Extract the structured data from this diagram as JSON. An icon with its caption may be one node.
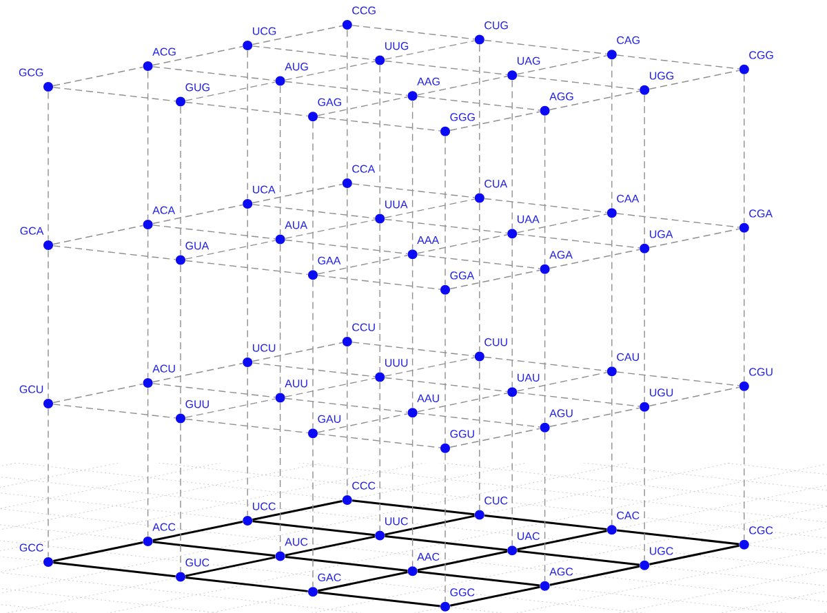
{
  "diagram": {
    "nodes": [
      {
        "text": [
          "GCG"
        ]
      },
      {
        "text": [
          "GUG"
        ]
      },
      {
        "text": [
          "GAG"
        ]
      },
      {
        "text": [
          "GGG"
        ]
      },
      {
        "text": [
          "ACG"
        ]
      },
      {
        "text": [
          "AUG"
        ]
      },
      {
        "text": [
          "AAG"
        ]
      },
      {
        "text": [
          "AGG"
        ]
      },
      {
        "text": [
          "UCG"
        ]
      },
      {
        "text": [
          "UUG"
        ]
      },
      {
        "text": [
          "UAG"
        ]
      },
      {
        "text": [
          "UGG"
        ]
      },
      {
        "text": [
          "CCG"
        ]
      },
      {
        "text": [
          "CUG"
        ]
      },
      {
        "text": [
          "CAG"
        ]
      },
      {
        "text": [
          "CGG"
        ]
      },
      {
        "text": [
          "GCA"
        ]
      },
      {
        "text": [
          "GUA"
        ]
      },
      {
        "text": [
          "GAA"
        ]
      },
      {
        "text": [
          "GGA"
        ]
      },
      {
        "text": [
          "ACA"
        ]
      },
      {
        "text": [
          "AUA"
        ]
      },
      {
        "text": [
          "AAA"
        ]
      },
      {
        "text": [
          "AGA"
        ]
      },
      {
        "text": [
          "UCA"
        ]
      },
      {
        "text": [
          "UUA"
        ]
      },
      {
        "text": [
          "UAA"
        ]
      },
      {
        "text": [
          "UGA"
        ]
      },
      {
        "text": [
          "CCA"
        ]
      },
      {
        "text": [
          "CUA"
        ]
      },
      {
        "text": [
          "CAA"
        ]
      },
      {
        "text": [
          "CGA"
        ]
      },
      {
        "text": [
          "GCU"
        ]
      },
      {
        "text": [
          "GUU"
        ]
      },
      {
        "text": [
          "GAU"
        ]
      },
      {
        "text": [
          "GGU"
        ]
      },
      {
        "text": [
          "ACU"
        ]
      },
      {
        "text": [
          "AUU"
        ]
      },
      {
        "text": [
          "AAU"
        ]
      },
      {
        "text": [
          "AGU"
        ]
      },
      {
        "text": [
          "UCU"
        ]
      },
      {
        "text": [
          "UUU"
        ]
      },
      {
        "text": [
          "UAU"
        ]
      },
      {
        "text": [
          "UGU"
        ]
      },
      {
        "text": [
          "CCU"
        ]
      },
      {
        "text": [
          "CUU"
        ]
      },
      {
        "text": [
          "CAU"
        ]
      },
      {
        "text": [
          "CGU"
        ]
      },
      {
        "text": [
          "GCC"
        ]
      },
      {
        "text": [
          "GUC"
        ]
      },
      {
        "text": [
          "GAC"
        ]
      },
      {
        "text": [
          "GGC"
        ]
      },
      {
        "text": [
          "ACC"
        ]
      },
      {
        "text": [
          "AUC"
        ]
      },
      {
        "text": [
          "AAC"
        ]
      },
      {
        "text": [
          "AGC"
        ]
      },
      {
        "text": [
          "UCC"
        ]
      },
      {
        "text": [
          "UUC"
        ]
      },
      {
        "text": [
          "UAC"
        ]
      },
      {
        "text": [
          "UGC"
        ]
      },
      {
        "text": [
          "CCC"
        ]
      },
      {
        "text": [
          "CUC"
        ]
      },
      {
        "text": [
          "CAC"
        ]
      },
      {
        "text": [
          "CGC"
        ]
      }
    ],
    "edges": [
      {
        "from": 0,
        "to": 1,
        "arrow": "none",
        "style": "dashed"
      },
      {
        "from": 1,
        "to": 2,
        "arrow": "none",
        "style": "dashed"
      },
      {
        "from": 2,
        "to": 3,
        "arrow": "none",
        "style": "dashed"
      },
      {
        "from": 4,
        "to": 5,
        "arrow": "none",
        "style": "dashed"
      },
      {
        "from": 5,
        "to": 6,
        "arrow": "none",
        "style": "dashed"
      },
      {
        "from": 6,
        "to": 7,
        "arrow": "none",
        "style": "dashed"
      },
      {
        "from": 8,
        "to": 9,
        "arrow": "none",
        "style": "dashed"
      },
      {
        "from": 9,
        "to": 10,
        "arrow": "none",
        "style": "dashed"
      },
      {
        "from": 10,
        "to": 11,
        "arrow": "none",
        "style": "dashed"
      },
      {
        "from": 12,
        "to": 13,
        "arrow": "none",
        "style": "dashed"
      },
      {
        "from": 13,
        "to": 14,
        "arrow": "none",
        "style": "dashed"
      },
      {
        "from": 14,
        "to": 15,
        "arrow": "none",
        "style": "dashed"
      },
      {
        "from": 0,
        "to": 4,
        "arrow": "none",
        "style": "dashed"
      },
      {
        "from": 1,
        "to": 5,
        "arrow": "none",
        "style": "dashed"
      },
      {
        "from": 2,
        "to": 6,
        "arrow": "none",
        "style": "dashed"
      },
      {
        "from": 3,
        "to": 7,
        "arrow": "none",
        "style": "dashed"
      },
      {
        "from": 4,
        "to": 8,
        "arrow": "none",
        "style": "dashed"
      },
      {
        "from": 5,
        "to": 9,
        "arrow": "none",
        "style": "dashed"
      },
      {
        "from": 6,
        "to": 10,
        "arrow": "none",
        "style": "dashed"
      },
      {
        "from": 7,
        "to": 11,
        "arrow": "none",
        "style": "dashed"
      },
      {
        "from": 8,
        "to": 12,
        "arrow": "none",
        "style": "dashed"
      },
      {
        "from": 9,
        "to": 13,
        "arrow": "none",
        "style": "dashed"
      },
      {
        "from": 10,
        "to": 14,
        "arrow": "none",
        "style": "dashed"
      },
      {
        "from": 11,
        "to": 15,
        "arrow": "none",
        "style": "dashed"
      },
      {
        "from": 16,
        "to": 17,
        "arrow": "none",
        "style": "dashed"
      },
      {
        "from": 17,
        "to": 18,
        "arrow": "none",
        "style": "dashed"
      },
      {
        "from": 18,
        "to": 19,
        "arrow": "none",
        "style": "dashed"
      },
      {
        "from": 20,
        "to": 21,
        "arrow": "none",
        "style": "dashed"
      },
      {
        "from": 21,
        "to": 22,
        "arrow": "none",
        "style": "dashed"
      },
      {
        "from": 22,
        "to": 23,
        "arrow": "none",
        "style": "dashed"
      },
      {
        "from": 24,
        "to": 25,
        "arrow": "none",
        "style": "dashed"
      },
      {
        "from": 25,
        "to": 26,
        "arrow": "none",
        "style": "dashed"
      },
      {
        "from": 26,
        "to": 27,
        "arrow": "none",
        "style": "dashed"
      },
      {
        "from": 28,
        "to": 29,
        "arrow": "none",
        "style": "dashed"
      },
      {
        "from": 29,
        "to": 30,
        "arrow": "none",
        "style": "dashed"
      },
      {
        "from": 30,
        "to": 31,
        "arrow": "none",
        "style": "dashed"
      },
      {
        "from": 16,
        "to": 20,
        "arrow": "none",
        "style": "dashed"
      },
      {
        "from": 17,
        "to": 21,
        "arrow": "none",
        "style": "dashed"
      },
      {
        "from": 18,
        "to": 22,
        "arrow": "none",
        "style": "dashed"
      },
      {
        "from": 19,
        "to": 23,
        "arrow": "none",
        "style": "dashed"
      },
      {
        "from": 20,
        "to": 24,
        "arrow": "none",
        "style": "dashed"
      },
      {
        "from": 21,
        "to": 25,
        "arrow": "none",
        "style": "dashed"
      },
      {
        "from": 22,
        "to": 26,
        "arrow": "none",
        "style": "dashed"
      },
      {
        "from": 23,
        "to": 27,
        "arrow": "none",
        "style": "dashed"
      },
      {
        "from": 24,
        "to": 28,
        "arrow": "none",
        "style": "dashed"
      },
      {
        "from": 25,
        "to": 29,
        "arrow": "none",
        "style": "dashed"
      },
      {
        "from": 26,
        "to": 30,
        "arrow": "none",
        "style": "dashed"
      },
      {
        "from": 27,
        "to": 31,
        "arrow": "none",
        "style": "dashed"
      },
      {
        "from": 32,
        "to": 33,
        "arrow": "none",
        "style": "dashed"
      },
      {
        "from": 33,
        "to": 34,
        "arrow": "none",
        "style": "dashed"
      },
      {
        "from": 34,
        "to": 35,
        "arrow": "none",
        "style": "dashed"
      },
      {
        "from": 36,
        "to": 37,
        "arrow": "none",
        "style": "dashed"
      },
      {
        "from": 37,
        "to": 38,
        "arrow": "none",
        "style": "dashed"
      },
      {
        "from": 38,
        "to": 39,
        "arrow": "none",
        "style": "dashed"
      },
      {
        "from": 40,
        "to": 41,
        "arrow": "none",
        "style": "dashed"
      },
      {
        "from": 41,
        "to": 42,
        "arrow": "none",
        "style": "dashed"
      },
      {
        "from": 42,
        "to": 43,
        "arrow": "none",
        "style": "dashed"
      },
      {
        "from": 44,
        "to": 45,
        "arrow": "none",
        "style": "dashed"
      },
      {
        "from": 45,
        "to": 46,
        "arrow": "none",
        "style": "dashed"
      },
      {
        "from": 46,
        "to": 47,
        "arrow": "none",
        "style": "dashed"
      },
      {
        "from": 32,
        "to": 36,
        "arrow": "none",
        "style": "dashed"
      },
      {
        "from": 33,
        "to": 37,
        "arrow": "none",
        "style": "dashed"
      },
      {
        "from": 34,
        "to": 38,
        "arrow": "none",
        "style": "dashed"
      },
      {
        "from": 35,
        "to": 39,
        "arrow": "none",
        "style": "dashed"
      },
      {
        "from": 36,
        "to": 40,
        "arrow": "none",
        "style": "dashed"
      },
      {
        "from": 37,
        "to": 41,
        "arrow": "none",
        "style": "dashed"
      },
      {
        "from": 38,
        "to": 42,
        "arrow": "none",
        "style": "dashed"
      },
      {
        "from": 39,
        "to": 43,
        "arrow": "none",
        "style": "dashed"
      },
      {
        "from": 40,
        "to": 44,
        "arrow": "none",
        "style": "dashed"
      },
      {
        "from": 41,
        "to": 45,
        "arrow": "none",
        "style": "dashed"
      },
      {
        "from": 42,
        "to": 46,
        "arrow": "none",
        "style": "dashed"
      },
      {
        "from": 43,
        "to": 47,
        "arrow": "none",
        "style": "dashed"
      },
      {
        "from": 48,
        "to": 49,
        "arrow": "none",
        "color": "#000000"
      },
      {
        "from": 49,
        "to": 50,
        "arrow": "none",
        "color": "#000000"
      },
      {
        "from": 50,
        "to": 51,
        "arrow": "none",
        "color": "#000000"
      },
      {
        "from": 52,
        "to": 53,
        "arrow": "none",
        "color": "#000000"
      },
      {
        "from": 53,
        "to": 54,
        "arrow": "none",
        "color": "#000000"
      },
      {
        "from": 54,
        "to": 55,
        "arrow": "none",
        "color": "#000000"
      },
      {
        "from": 56,
        "to": 57,
        "arrow": "none",
        "color": "#000000"
      },
      {
        "from": 57,
        "to": 58,
        "arrow": "none",
        "color": "#000000"
      },
      {
        "from": 58,
        "to": 59,
        "arrow": "none",
        "color": "#000000"
      },
      {
        "from": 60,
        "to": 61,
        "arrow": "none",
        "color": "#000000"
      },
      {
        "from": 61,
        "to": 62,
        "arrow": "none",
        "color": "#000000"
      },
      {
        "from": 62,
        "to": 63,
        "arrow": "none",
        "color": "#000000"
      },
      {
        "from": 48,
        "to": 52,
        "arrow": "none",
        "color": "#000000"
      },
      {
        "from": 49,
        "to": 53,
        "arrow": "none",
        "color": "#000000"
      },
      {
        "from": 50,
        "to": 54,
        "arrow": "none",
        "color": "#000000"
      },
      {
        "from": 51,
        "to": 55,
        "arrow": "none",
        "color": "#000000"
      },
      {
        "from": 52,
        "to": 56,
        "arrow": "none",
        "color": "#000000"
      },
      {
        "from": 53,
        "to": 57,
        "arrow": "none",
        "color": "#000000"
      },
      {
        "from": 54,
        "to": 58,
        "arrow": "none",
        "color": "#000000"
      },
      {
        "from": 55,
        "to": 59,
        "arrow": "none",
        "color": "#000000"
      },
      {
        "from": 56,
        "to": 60,
        "arrow": "none",
        "color": "#000000"
      },
      {
        "from": 57,
        "to": 61,
        "arrow": "none",
        "color": "#000000"
      },
      {
        "from": 58,
        "to": 62,
        "arrow": "none",
        "color": "#000000"
      },
      {
        "from": 59,
        "to": 63,
        "arrow": "none",
        "color": "#000000"
      },
      {
        "from": 0,
        "to": 16,
        "arrow": "none",
        "style": "dashed"
      },
      {
        "from": 1,
        "to": 17,
        "arrow": "none",
        "style": "dashed"
      },
      {
        "from": 2,
        "to": 18,
        "arrow": "none",
        "style": "dashed"
      },
      {
        "from": 3,
        "to": 19,
        "arrow": "none",
        "style": "dashed"
      },
      {
        "from": 4,
        "to": 20,
        "arrow": "none",
        "style": "dashed"
      },
      {
        "from": 5,
        "to": 21,
        "arrow": "none",
        "style": "dashed"
      },
      {
        "from": 6,
        "to": 22,
        "arrow": "none",
        "style": "dashed"
      },
      {
        "from": 7,
        "to": 23,
        "arrow": "none",
        "style": "dashed"
      },
      {
        "from": 8,
        "to": 24,
        "arrow": "none",
        "style": "dashed"
      },
      {
        "from": 9,
        "to": 25,
        "arrow": "none",
        "style": "dashed"
      },
      {
        "from": 10,
        "to": 26,
        "arrow": "none",
        "style": "dashed"
      },
      {
        "from": 11,
        "to": 27,
        "arrow": "none",
        "style": "dashed"
      },
      {
        "from": 12,
        "to": 28,
        "arrow": "none",
        "style": "dashed"
      },
      {
        "from": 13,
        "to": 29,
        "arrow": "none",
        "style": "dashed"
      },
      {
        "from": 14,
        "to": 30,
        "arrow": "none",
        "style": "dashed"
      },
      {
        "from": 15,
        "to": 31,
        "arrow": "none",
        "style": "dashed"
      },
      {
        "from": 16,
        "to": 32,
        "arrow": "none",
        "style": "dashed"
      },
      {
        "from": 17,
        "to": 33,
        "arrow": "none",
        "style": "dashed"
      },
      {
        "from": 18,
        "to": 34,
        "arrow": "none",
        "style": "dashed"
      },
      {
        "from": 19,
        "to": 35,
        "arrow": "none",
        "style": "dashed"
      },
      {
        "from": 20,
        "to": 36,
        "arrow": "none",
        "style": "dashed"
      },
      {
        "from": 21,
        "to": 37,
        "arrow": "none",
        "style": "dashed"
      },
      {
        "from": 22,
        "to": 38,
        "arrow": "none",
        "style": "dashed"
      },
      {
        "from": 23,
        "to": 39,
        "arrow": "none",
        "style": "dashed"
      },
      {
        "from": 24,
        "to": 40,
        "arrow": "none",
        "style": "dashed"
      },
      {
        "from": 25,
        "to": 41,
        "arrow": "none",
        "style": "dashed"
      },
      {
        "from": 26,
        "to": 42,
        "arrow": "none",
        "style": "dashed"
      },
      {
        "from": 27,
        "to": 43,
        "arrow": "none",
        "style": "dashed"
      },
      {
        "from": 28,
        "to": 44,
        "arrow": "none",
        "style": "dashed"
      },
      {
        "from": 29,
        "to": 45,
        "arrow": "none",
        "style": "dashed"
      },
      {
        "from": 30,
        "to": 46,
        "arrow": "none",
        "style": "dashed"
      },
      {
        "from": 31,
        "to": 47,
        "arrow": "none",
        "style": "dashed"
      },
      {
        "from": 32,
        "to": 48,
        "arrow": "none",
        "style": "dashed"
      },
      {
        "from": 33,
        "to": 49,
        "arrow": "none",
        "style": "dashed"
      },
      {
        "from": 34,
        "to": 50,
        "arrow": "none",
        "style": "dashed"
      },
      {
        "from": 35,
        "to": 51,
        "arrow": "none",
        "style": "dashed"
      },
      {
        "from": 36,
        "to": 52,
        "arrow": "none",
        "style": "dashed"
      },
      {
        "from": 37,
        "to": 53,
        "arrow": "none",
        "style": "dashed"
      },
      {
        "from": 38,
        "to": 54,
        "arrow": "none",
        "style": "dashed"
      },
      {
        "from": 39,
        "to": 55,
        "arrow": "none",
        "style": "dashed"
      },
      {
        "from": 40,
        "to": 56,
        "arrow": "none",
        "style": "dashed"
      },
      {
        "from": 41,
        "to": 57,
        "arrow": "none",
        "style": "dashed"
      },
      {
        "from": 42,
        "to": 58,
        "arrow": "none",
        "style": "dashed"
      },
      {
        "from": 43,
        "to": 59,
        "arrow": "none",
        "style": "dashed"
      },
      {
        "from": 44,
        "to": 60,
        "arrow": "none",
        "style": "dashed"
      },
      {
        "from": 45,
        "to": 61,
        "arrow": "none",
        "style": "dashed"
      },
      {
        "from": 46,
        "to": 62,
        "arrow": "none",
        "style": "dashed"
      },
      {
        "from": 47,
        "to": 63,
        "arrow": "none",
        "style": "dashed"
      }
    ]
  }
}
